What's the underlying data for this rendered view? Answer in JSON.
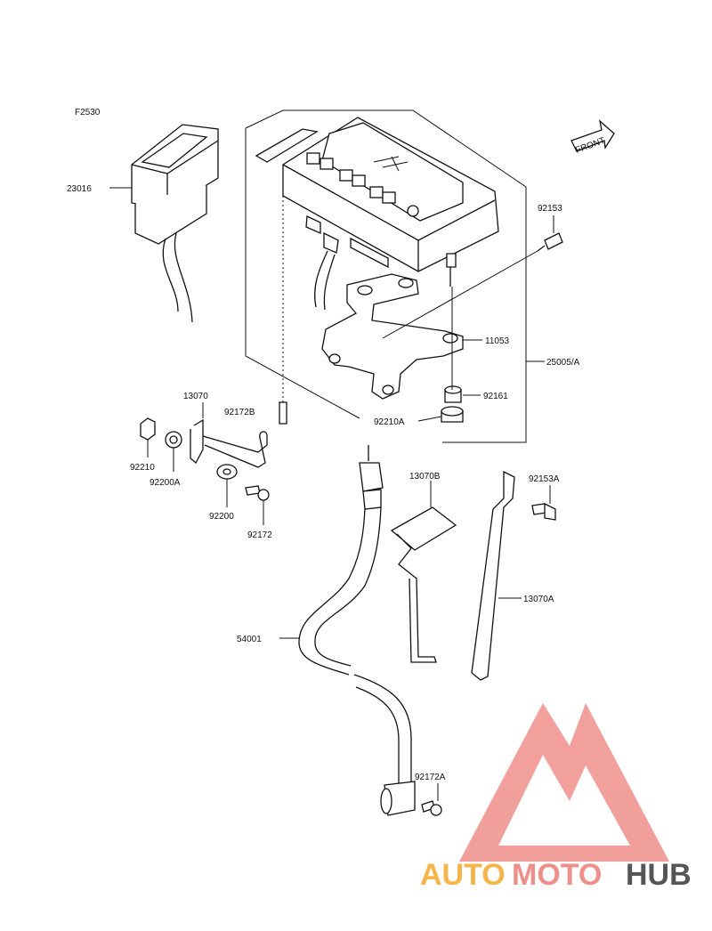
{
  "diagram_code": "F2530",
  "front_label": "FRONT",
  "parts": {
    "p23016": "23016",
    "p92153": "92153",
    "p11053": "11053",
    "p25005A": "25005/A",
    "p92161": "92161",
    "p92210A": "92210A",
    "p92172B": "92172B",
    "p13070": "13070",
    "p92210": "92210",
    "p92200A": "92200A",
    "p92200": "92200",
    "p92172": "92172",
    "p13070B": "13070B",
    "p92153A": "92153A",
    "p13070A": "13070A",
    "p54001": "54001",
    "p92172A": "92172A"
  },
  "watermark": {
    "part1": "AUTO",
    "part2": "MOTO",
    "part3": "HUB",
    "color1": "#f5b54a",
    "color2": "#ee8f8a",
    "color3": "#555555",
    "logo_color": "#ee8f8a",
    "logo_icon": "triangle-m-logo-icon"
  }
}
